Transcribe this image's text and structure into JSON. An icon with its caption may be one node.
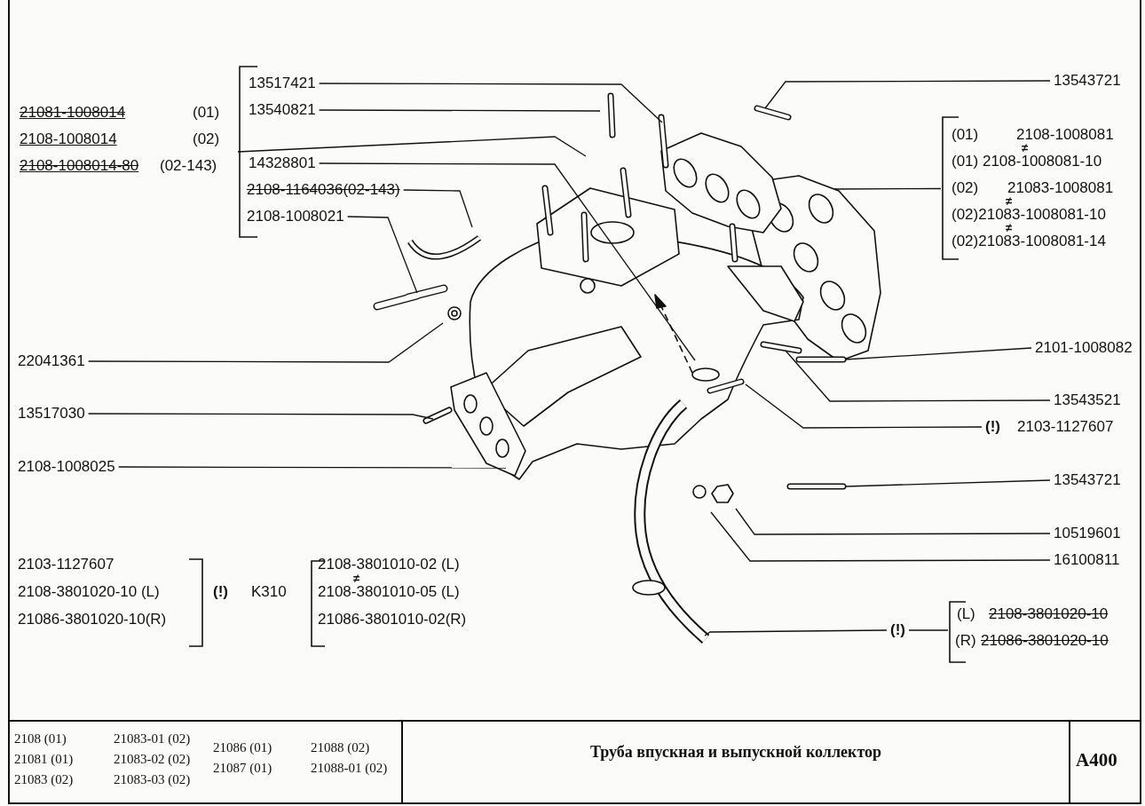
{
  "diagram": {
    "title": "Труба впускная и выпускной коллектор",
    "nodes": [
      {
        "text": [],
        "shape": "bracket"
      },
      {
        "text": [
          "13517421"
        ],
        "in": 0
      },
      {
        "text": [
          "13540821"
        ],
        "in": 0
      },
      {
        "text": [
          "14328801"
        ],
        "in": 0
      },
      {
        "text": [
          "2108-1164036(02-143)"
        ],
        "in": 0
      },
      {
        "text": [
          "2108-1008021"
        ],
        "in": 0
      },
      {
        "text": [
          "22041361"
        ]
      },
      {
        "text": [
          "13517030"
        ]
      },
      {
        "text": [
          "2108-1008025"
        ]
      },
      {
        "text": [
          "13543721"
        ]
      },
      {
        "text": [
          "(01)",
          "2108-1008081",
          "≠",
          "(01) 2108-1008081-10",
          "(02)",
          "21083-1008081",
          "≠",
          "(02)21083-1008081-10",
          "≠",
          "(02)21083-1008081-14"
        ]
      },
      {
        "text": [
          "2101-1008082"
        ]
      },
      {
        "text": [
          "13543521"
        ]
      },
      {
        "text": [
          "(!)",
          "2103-1127607"
        ]
      },
      {
        "text": [
          "13543721"
        ]
      },
      {
        "text": [
          "10519601"
        ]
      },
      {
        "text": [
          "16100811"
        ]
      },
      {
        "text": [
          "(!)"
        ]
      },
      {
        "text": [
          "(L)",
          "2108-3801020-10",
          "(R)",
          "21086-3801020-10"
        ]
      }
    ],
    "edges": [
      {
        "from": 0,
        "to": null,
        "arrow": "none"
      },
      {
        "from": 1,
        "to": null,
        "arrow": "none"
      },
      {
        "from": 2,
        "to": null,
        "arrow": "none"
      },
      {
        "from": 3,
        "to": null,
        "arrow": "none"
      },
      {
        "from": 4,
        "to": null,
        "arrow": "none"
      },
      {
        "from": 5,
        "to": null,
        "arrow": "none"
      },
      {
        "from": 6,
        "to": null,
        "arrow": "none"
      },
      {
        "from": 7,
        "to": null,
        "arrow": "none"
      },
      {
        "from": 8,
        "to": null,
        "arrow": "none"
      },
      {
        "from": 9,
        "to": null,
        "arrow": "none"
      },
      {
        "from": 10,
        "to": null,
        "arrow": "none"
      },
      {
        "from": 11,
        "to": null,
        "arrow": "none"
      },
      {
        "from": 12,
        "to": null,
        "arrow": "none"
      },
      {
        "from": 13,
        "to": null,
        "arrow": "none"
      },
      {
        "from": 14,
        "to": null,
        "arrow": "none"
      },
      {
        "from": 15,
        "to": null,
        "arrow": "none"
      },
      {
        "from": 16,
        "to": null,
        "arrow": "none"
      },
      {
        "from": 17,
        "to": null,
        "arrow": "none"
      },
      {
        "from": 17,
        "to": 18,
        "arrow": "none"
      }
    ],
    "labels": [
      "21081-1008014",
      "(01)",
      "2108-1008014",
      "(02)",
      "2108-1008014-80",
      "(02-143)",
      "2103-1127607",
      "2108-3801020-10 (L)",
      "21086-3801020-10(R)",
      "(!)",
      "K310",
      "2108-3801010-02 (L)",
      "≠",
      "2108-3801010-05 (L)",
      "21086-3801010-02(R)",
      "2108 (01)",
      "21081 (01)",
      "21083 (02)",
      "21083-01 (02)",
      "21083-02 (02)",
      "21083-03 (02)",
      "21086 (01)",
      "21087 (01)",
      "21088 (02)",
      "21088-01 (02)",
      "A400"
    ]
  }
}
